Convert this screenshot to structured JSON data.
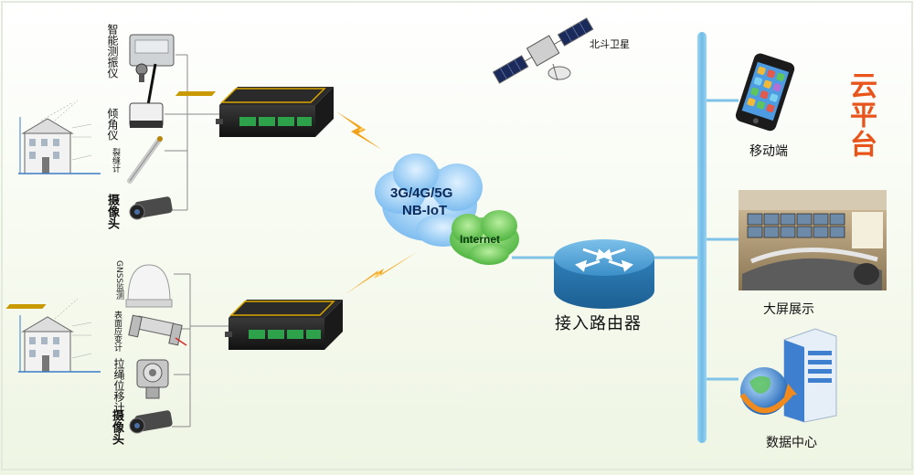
{
  "sensors_group1": {
    "vibration": "智能测振仪",
    "tilt": "倾角仪",
    "crack": "裂缝计",
    "camera": "摄像头"
  },
  "sensors_group2": {
    "gnss": "GNSS监测",
    "strain": "表面应变计",
    "wire": "拉绳位移计",
    "camera": "摄像头"
  },
  "network": {
    "cloud_line1": "3G/4G/5G",
    "cloud_line2": "NB-IoT",
    "internet": "Internet",
    "satellite": "北斗卫星",
    "router": "接入路由器"
  },
  "endpoints": {
    "mobile": "移动端",
    "bigscreen": "大屏展示",
    "datacenter": "数据中心",
    "cloud_platform": "云平台"
  },
  "colors": {
    "bus_blue": "#7fc3e8",
    "cloud_blue": "#5aa9e6",
    "internet_green": "#5cc04a",
    "platform_red": "#e8541a",
    "lightning": "#f2a21a",
    "router_blue": "#2f7fb8"
  }
}
